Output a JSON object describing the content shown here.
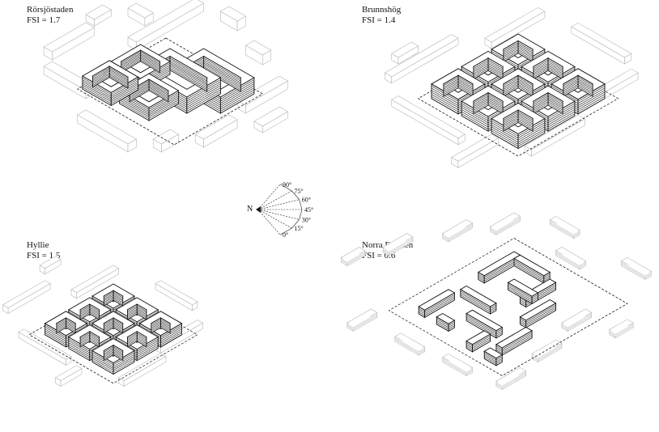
{
  "panels": [
    {
      "name": "Rörsjöstaden",
      "fsi": "FSI = 1.7"
    },
    {
      "name": "Brunnshög",
      "fsi": "FSI = 1.4"
    },
    {
      "name": "Hyllie",
      "fsi": "FSI = 1.5"
    },
    {
      "name": "Norra Faladen",
      "fsi": "FSI = 0.6"
    }
  ],
  "compass": {
    "north_label": "N",
    "angles": [
      "90°",
      "75°",
      "60°",
      "45°",
      "30°",
      "15°",
      "0°"
    ]
  }
}
